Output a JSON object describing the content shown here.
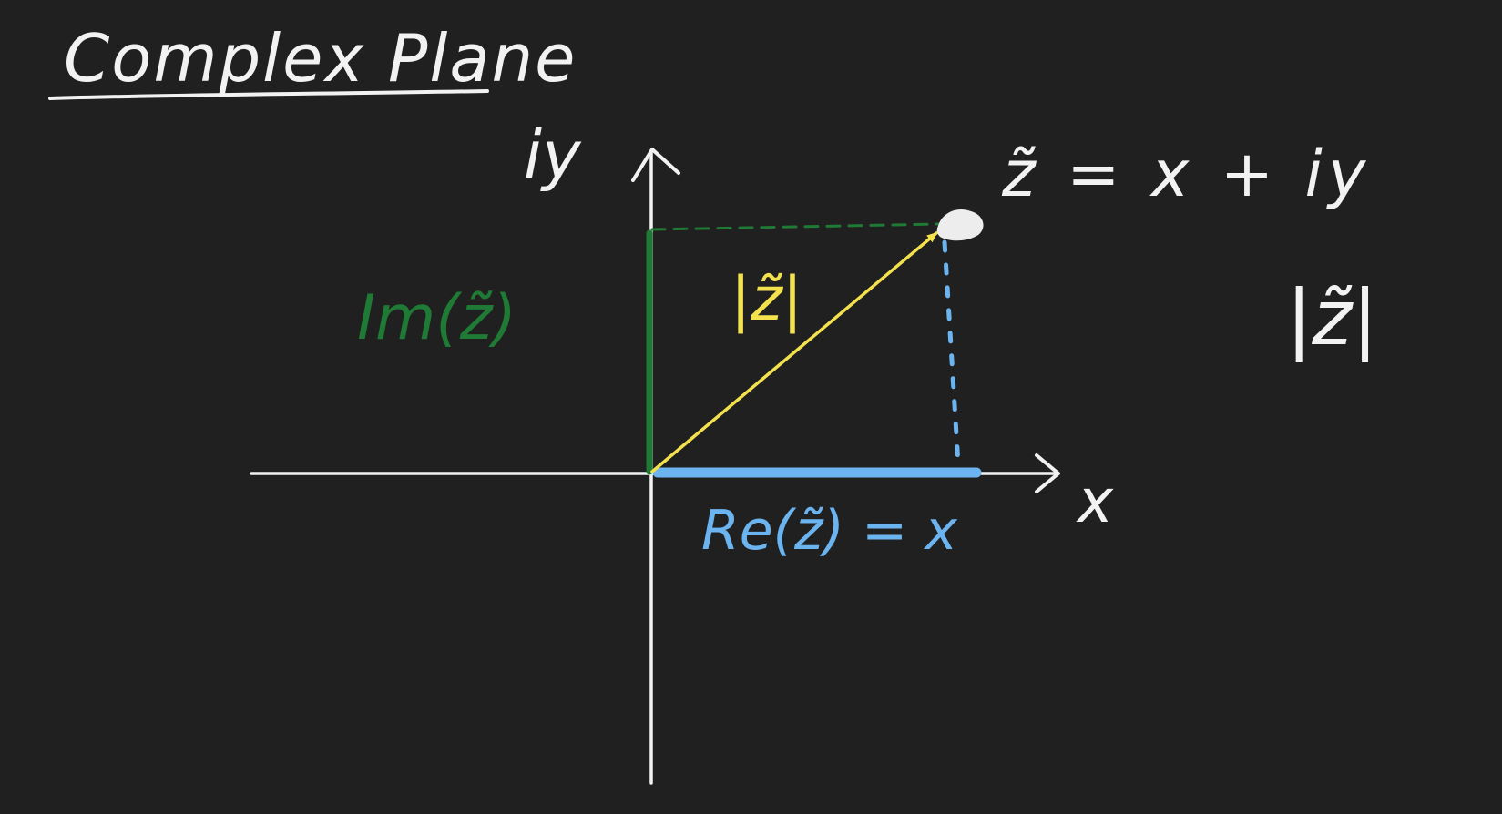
{
  "title": "Complex Plane",
  "axes": {
    "imag_label": "iy",
    "real_label": "x"
  },
  "point": {
    "equation": "z̃ = x + iy"
  },
  "labels": {
    "imag_part": "Im(z̃)",
    "real_part": "Re(z̃) = x",
    "modulus_on_vector": "|z̃|",
    "modulus_side": "|z̃|"
  },
  "colors": {
    "background": "#202020",
    "chalk": "#f2f2f2",
    "imag": "#1e7a34",
    "real": "#6cb4f0",
    "modulus": "#f3e24d"
  }
}
